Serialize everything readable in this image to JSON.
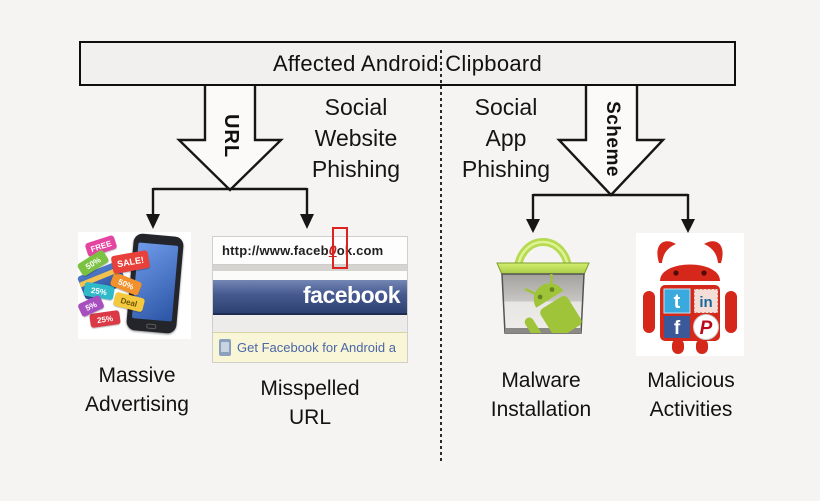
{
  "title": "Affected Android Clipboard",
  "left_branch": {
    "arrow_label": "URL",
    "side_text": "Social\nWebsite\nPhishing",
    "item_labels": [
      "Massive\nAdvertising",
      "Misspelled\nURL"
    ]
  },
  "right_branch": {
    "arrow_label": "Scheme",
    "side_text": "Social\nApp\nPhishing",
    "item_labels": [
      "Malware\nInstallation",
      "Malicious\nActivities"
    ]
  },
  "facebook_screenshot": {
    "url_prefix": "http://www.faceb",
    "url_highlight": "0",
    "url_suffix": "ok.com",
    "logo_text": "facebook",
    "promo_text": "Get Facebook for Android a"
  },
  "ads_image": {
    "tags": [
      {
        "text": "FREE",
        "color": "#e445a0"
      },
      {
        "text": "50%",
        "color": "#7cc242"
      },
      {
        "text": "SALE!",
        "color": "#e8413c"
      },
      {
        "text": "25%",
        "color": "#2fb9c9"
      },
      {
        "text": "Deal",
        "color": "#f5c93e"
      },
      {
        "text": "25%",
        "color": "#d93a45"
      },
      {
        "text": "50%",
        "color": "#f0912d"
      },
      {
        "text": "5%",
        "color": "#a84fc0"
      }
    ]
  },
  "devil_icon": {
    "social_glyphs": [
      {
        "name": "twitter",
        "glyph": "t"
      },
      {
        "name": "linkedin",
        "glyph": "in"
      },
      {
        "name": "facebook",
        "glyph": "f"
      },
      {
        "name": "pinterest",
        "glyph": "P"
      }
    ]
  },
  "colors": {
    "background": "#f5f4f2",
    "line_black": "#161616",
    "facebook_blue": "#3b5998",
    "banner_gradient_top": "#7386b4",
    "banner_gradient_bottom": "#2d4170",
    "url_highlight_red": "#c32222",
    "annotation_red": "#dd2222",
    "android_green": "#9fc43a",
    "market_lime": "#b6da52",
    "devil_red": "#d5281b",
    "twitter_blue": "#3aa9dd",
    "linkedin_blue": "#16689c",
    "pinterest_red": "#bd081c"
  }
}
